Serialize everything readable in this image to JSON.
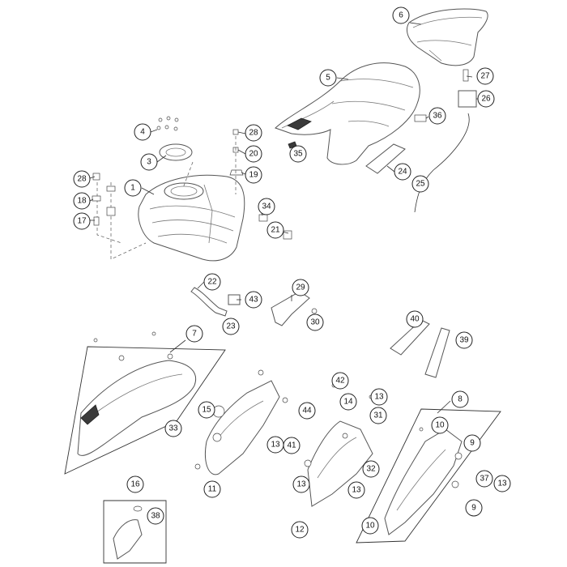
{
  "callouts": [
    {
      "label": "1"
    },
    {
      "label": "3"
    },
    {
      "label": "4"
    },
    {
      "label": "5"
    },
    {
      "label": "6"
    },
    {
      "label": "7"
    },
    {
      "label": "8"
    },
    {
      "label": "9"
    },
    {
      "label": "9"
    },
    {
      "label": "10"
    },
    {
      "label": "10"
    },
    {
      "label": "11"
    },
    {
      "label": "12"
    },
    {
      "label": "13"
    },
    {
      "label": "13"
    },
    {
      "label": "13"
    },
    {
      "label": "13"
    },
    {
      "label": "13"
    },
    {
      "label": "14"
    },
    {
      "label": "15"
    },
    {
      "label": "16"
    },
    {
      "label": "17"
    },
    {
      "label": "18"
    },
    {
      "label": "19"
    },
    {
      "label": "20"
    },
    {
      "label": "21"
    },
    {
      "label": "22"
    },
    {
      "label": "23"
    },
    {
      "label": "24"
    },
    {
      "label": "25"
    },
    {
      "label": "26"
    },
    {
      "label": "27"
    },
    {
      "label": "28"
    },
    {
      "label": "28"
    },
    {
      "label": "29"
    },
    {
      "label": "30"
    },
    {
      "label": "31"
    },
    {
      "label": "32"
    },
    {
      "label": "33"
    },
    {
      "label": "34"
    },
    {
      "label": "35"
    },
    {
      "label": "36"
    },
    {
      "label": "37"
    },
    {
      "label": "38"
    },
    {
      "label": "39"
    },
    {
      "label": "40"
    },
    {
      "label": "41"
    },
    {
      "label": "42"
    },
    {
      "label": "43"
    },
    {
      "label": "44"
    }
  ]
}
